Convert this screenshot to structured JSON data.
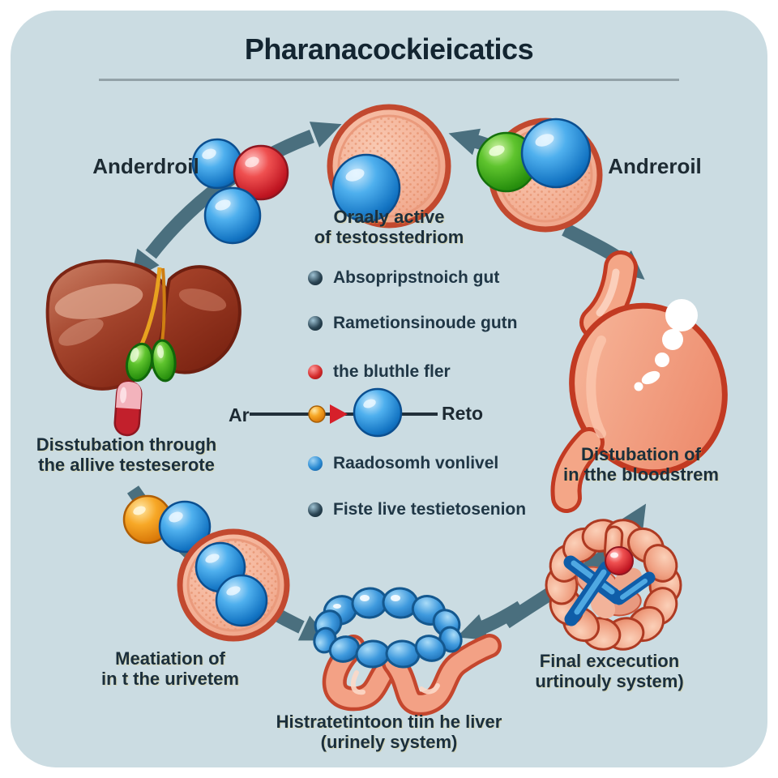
{
  "title": "Pharanacockieicatics",
  "nodes": {
    "top_left_label": "Anderdroil",
    "top_right_label": "Andreroil",
    "top_center": {
      "line1": "Oraaly active",
      "line2": "of testosstedriom"
    },
    "liver": {
      "line1": "Disstubation through",
      "line2": "the allive testeserote"
    },
    "stomach": {
      "line1": "Distubation of",
      "line2": "in tthe bloodstrem"
    },
    "bottom_left": {
      "line1": "Meatiation of",
      "line2": "in t the urivetem"
    },
    "bottom_center": {
      "line1": "Histratetintoon tiin he liver",
      "line2": "(urinely system)"
    },
    "bottom_right": {
      "line1": "Final excecution",
      "line2": "urtinouly system)"
    }
  },
  "bullets": [
    {
      "label": "Absopripstnoich gut",
      "dot_color": "#2b4554"
    },
    {
      "label": "Rametionsinoude gutn",
      "dot_color": "#2b4554"
    },
    {
      "label": "the bluthle fler",
      "dot_color": "#d42b2b"
    },
    {
      "label": "Raadosomh vonlivel",
      "dot_color": "#2a8ad2"
    },
    {
      "label": "Fiste live testietosenion",
      "dot_color": "#2b4554"
    }
  ],
  "timeline": {
    "left_label": "Ar",
    "right_label": "Reto"
  },
  "palette": {
    "background": "#cbdce2",
    "frame": "#ffffff",
    "arrow": "#4a6f7e",
    "text": "#1b2f3c",
    "underline": "#93a2a8",
    "cell_fill": "#f3af94",
    "cell_ring": "#c2492f",
    "sphere_blue": "#1f7fd0",
    "sphere_red": "#d0212b",
    "sphere_green": "#2a920f",
    "sphere_orange": "#f09018",
    "liver": "#9c3a24",
    "gallbladder_green": "#2a920f",
    "stomach": "#ec8465",
    "intestine_beads": "#2a85cc",
    "intestine_coils": "#f3a185"
  }
}
